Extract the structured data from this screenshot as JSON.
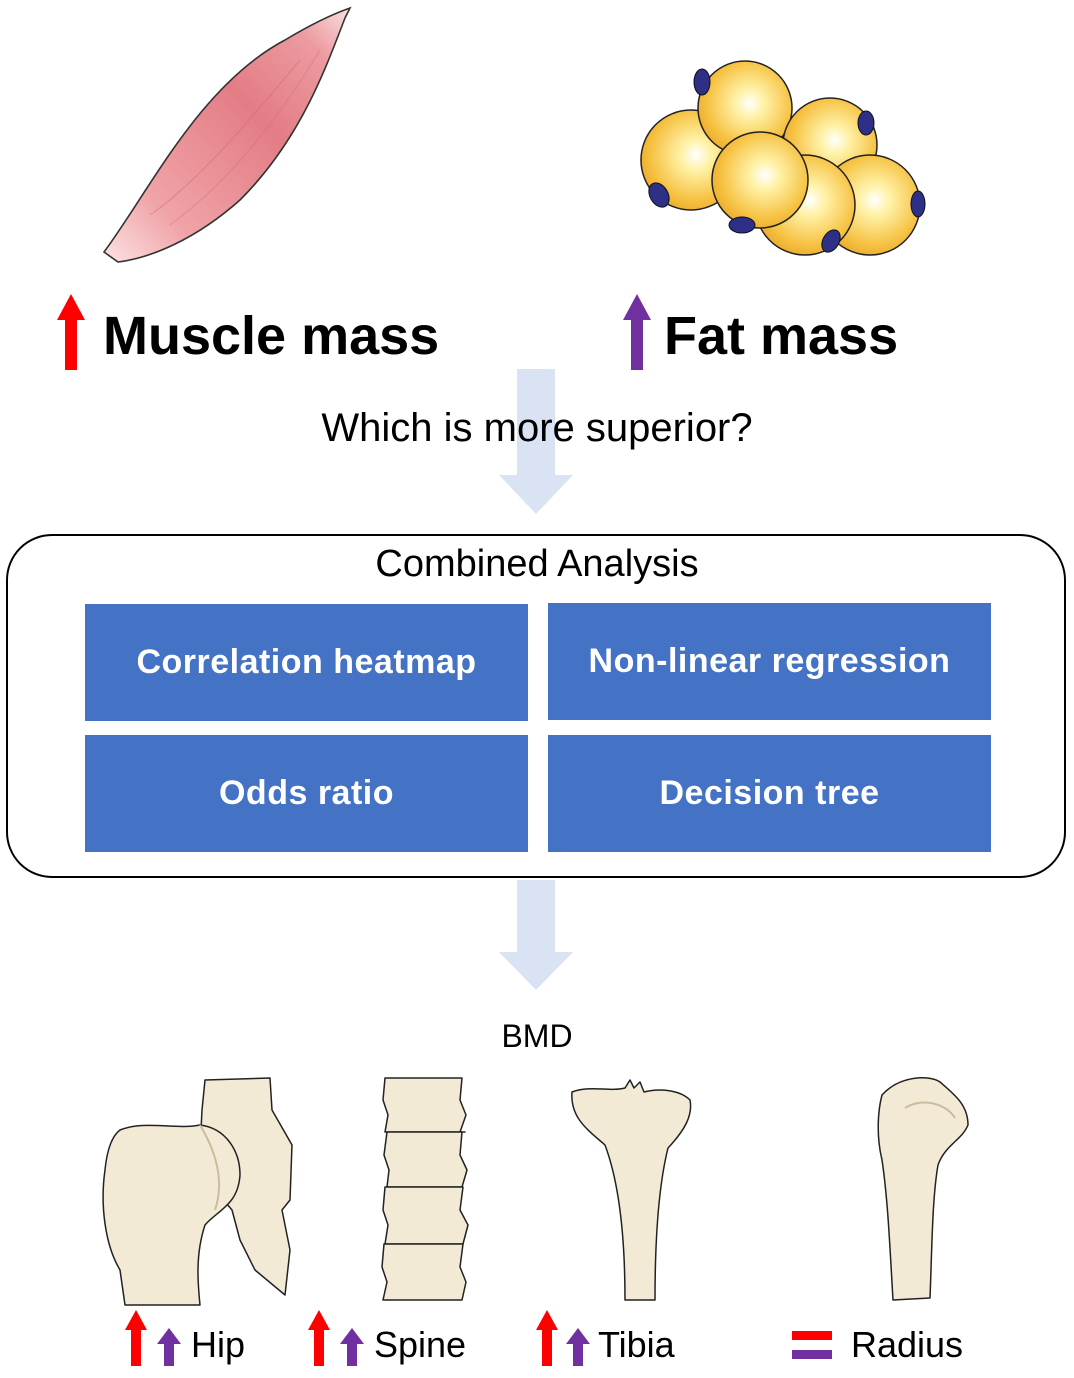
{
  "colors": {
    "muscle_arrow": "#ff0000",
    "fat_arrow": "#7030a0",
    "method_box": "#4472c4",
    "flow_arrow": "#dae3f3",
    "bone": "#f3ead6"
  },
  "header": {
    "muscle_label": "Muscle mass",
    "fat_label": "Fat mass"
  },
  "question": "Which is more superior?",
  "analysis": {
    "title": "Combined Analysis",
    "methods": [
      "Correlation heatmap",
      "Non-linear regression",
      "Odds ratio",
      "Decision tree"
    ]
  },
  "outcome": {
    "label": "BMD",
    "sites": [
      {
        "name": "Hip",
        "muscle": "increase",
        "fat": "increase"
      },
      {
        "name": "Spine",
        "muscle": "increase",
        "fat": "increase"
      },
      {
        "name": "Tibia",
        "muscle": "increase",
        "fat": "increase"
      },
      {
        "name": "Radius",
        "muscle": "equal",
        "fat": "equal"
      }
    ]
  }
}
